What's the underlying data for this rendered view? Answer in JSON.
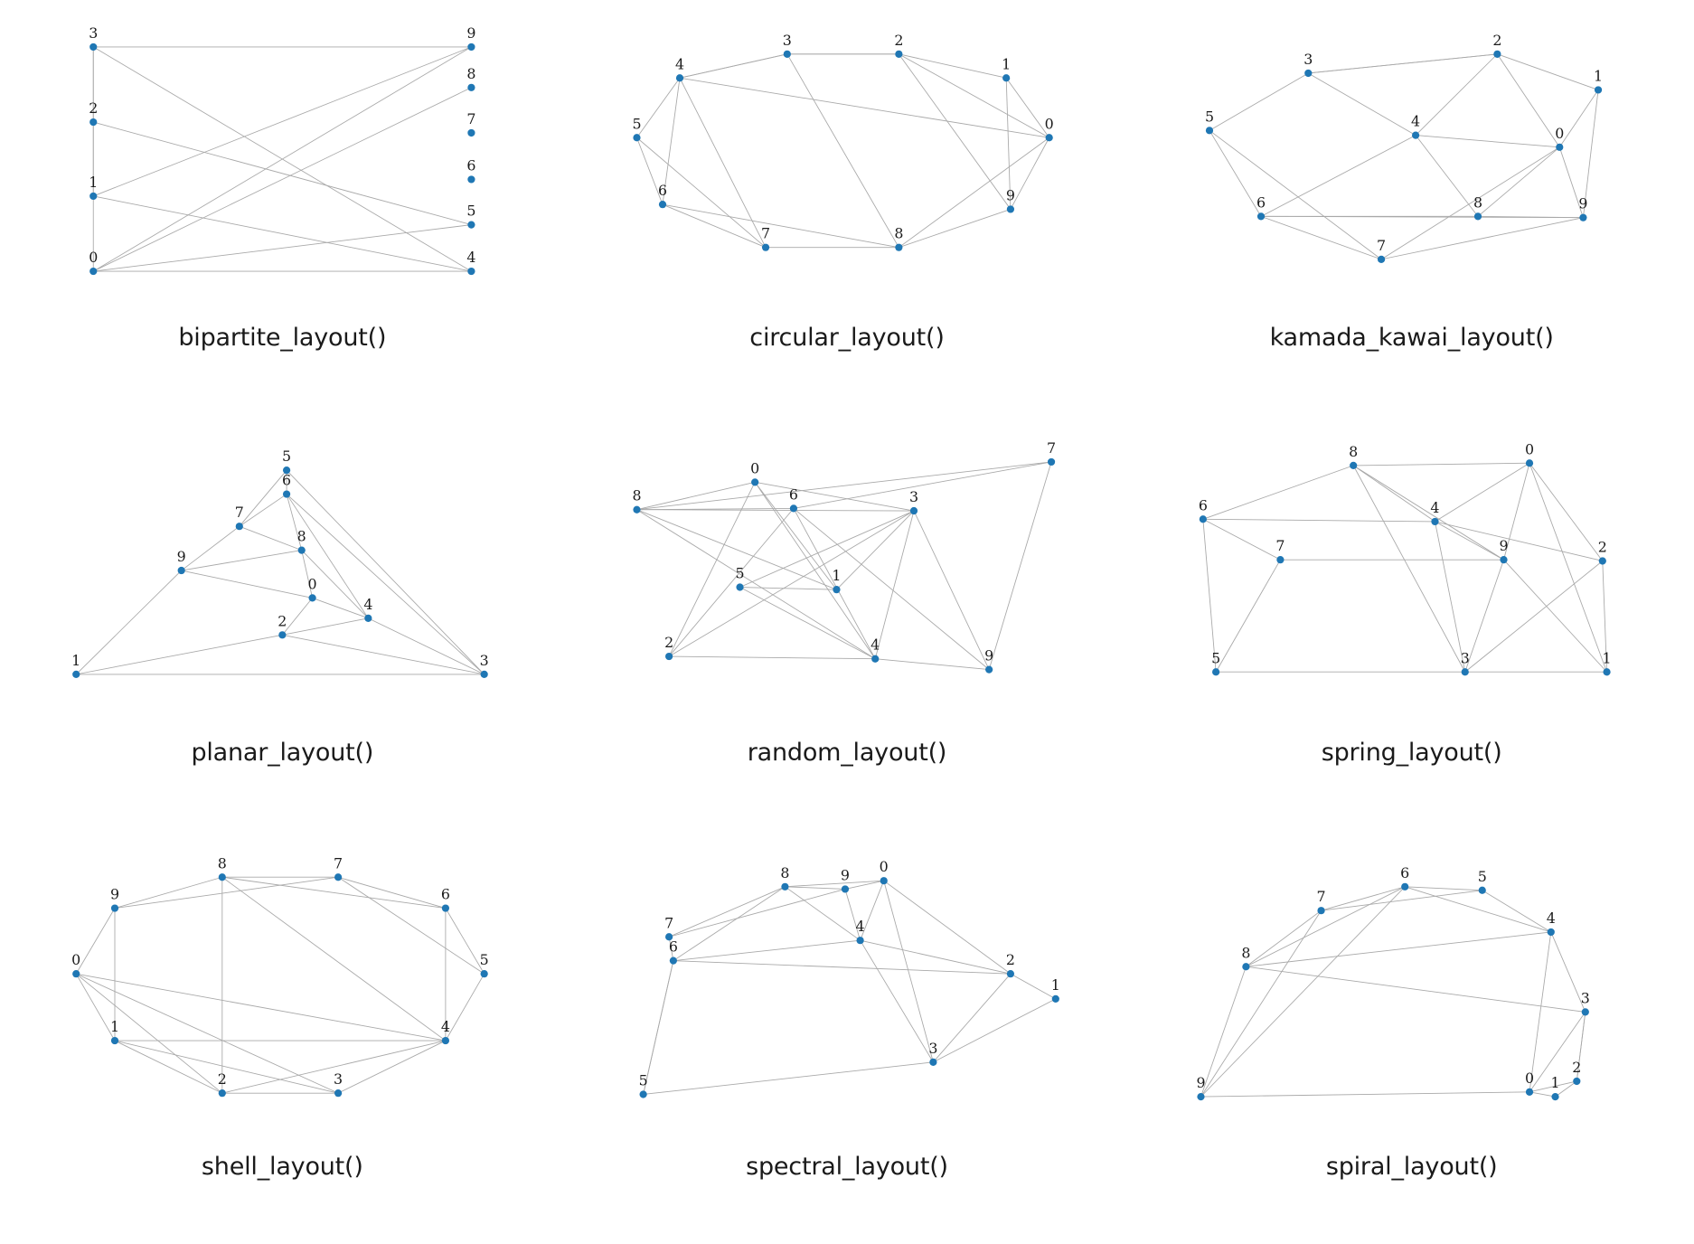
{
  "figure": {
    "title": "",
    "background_color": "#ffffff",
    "node_color": "#1f77b4",
    "edge_color": "#a9a9a9",
    "label_color": "#1a1a1a",
    "rows": 3,
    "cols": 3,
    "node_count": 10,
    "node_labels": [
      "0",
      "1",
      "2",
      "3",
      "4",
      "5",
      "6",
      "7",
      "8",
      "9"
    ]
  },
  "chart_data": {
    "type": "graph-layouts",
    "title": "",
    "description": "Nine NetworkX layout algorithms applied to the same 10-node graph",
    "node_ids": [
      0,
      1,
      2,
      3,
      4,
      5,
      6,
      7,
      8,
      9
    ],
    "panels": [
      {
        "caption": "bipartite_layout()",
        "node_positions": {
          "0": [
            0.06,
            0.97
          ],
          "1": [
            0.06,
            0.655
          ],
          "2": [
            0.06,
            0.345
          ],
          "3": [
            0.06,
            0.03
          ],
          "4": [
            0.94,
            0.97
          ],
          "5": [
            0.94,
            0.775
          ],
          "6": [
            0.94,
            0.585
          ],
          "7": [
            0.94,
            0.39
          ],
          "8": [
            0.94,
            0.2
          ],
          "9": [
            0.94,
            0.03
          ]
        },
        "edges": [
          [
            "0",
            "3"
          ],
          [
            "0",
            "4"
          ],
          [
            "0",
            "9"
          ],
          [
            "0",
            "8"
          ],
          [
            "1",
            "2"
          ],
          [
            "1",
            "4"
          ],
          [
            "2",
            "3"
          ],
          [
            "2",
            "5"
          ],
          [
            "3",
            "4"
          ],
          [
            "3",
            "9"
          ],
          [
            "0",
            "5"
          ],
          [
            "1",
            "9"
          ]
        ]
      },
      {
        "caption": "circular_layout()",
        "node_positions": {
          "0": [
            0.97,
            0.41
          ],
          "1": [
            0.87,
            0.16
          ],
          "2": [
            0.62,
            0.06
          ],
          "3": [
            0.36,
            0.06
          ],
          "4": [
            0.11,
            0.16
          ],
          "5": [
            0.01,
            0.41
          ],
          "6": [
            0.07,
            0.69
          ],
          "7": [
            0.31,
            0.87
          ],
          "8": [
            0.62,
            0.87
          ],
          "9": [
            0.88,
            0.71
          ]
        },
        "edges": [
          [
            "0",
            "1"
          ],
          [
            "0",
            "9"
          ],
          [
            "0",
            "2"
          ],
          [
            "0",
            "4"
          ],
          [
            "0",
            "8"
          ],
          [
            "1",
            "2"
          ],
          [
            "1",
            "9"
          ],
          [
            "2",
            "3"
          ],
          [
            "2",
            "9"
          ],
          [
            "3",
            "4"
          ],
          [
            "3",
            "2"
          ],
          [
            "3",
            "8"
          ],
          [
            "4",
            "5"
          ],
          [
            "4",
            "6"
          ],
          [
            "4",
            "7"
          ],
          [
            "4",
            "3"
          ],
          [
            "5",
            "6"
          ],
          [
            "5",
            "7"
          ],
          [
            "6",
            "7"
          ],
          [
            "6",
            "8"
          ],
          [
            "7",
            "8"
          ],
          [
            "8",
            "9"
          ]
        ]
      },
      {
        "caption": "kamada_kawai_layout()",
        "node_positions": {
          "0": [
            0.845,
            0.45
          ],
          "1": [
            0.935,
            0.21
          ],
          "2": [
            0.7,
            0.06
          ],
          "3": [
            0.26,
            0.14
          ],
          "4": [
            0.51,
            0.4
          ],
          "5": [
            0.03,
            0.38
          ],
          "6": [
            0.15,
            0.74
          ],
          "7": [
            0.43,
            0.92
          ],
          "8": [
            0.655,
            0.74
          ],
          "9": [
            0.9,
            0.745
          ]
        },
        "edges": [
          [
            "0",
            "1"
          ],
          [
            "0",
            "2"
          ],
          [
            "0",
            "9"
          ],
          [
            "0",
            "4"
          ],
          [
            "0",
            "8"
          ],
          [
            "0",
            "7"
          ],
          [
            "1",
            "2"
          ],
          [
            "1",
            "9"
          ],
          [
            "2",
            "4"
          ],
          [
            "2",
            "3"
          ],
          [
            "3",
            "4"
          ],
          [
            "3",
            "5"
          ],
          [
            "3",
            "2"
          ],
          [
            "4",
            "8"
          ],
          [
            "4",
            "6"
          ],
          [
            "5",
            "6"
          ],
          [
            "5",
            "7"
          ],
          [
            "6",
            "7"
          ],
          [
            "6",
            "8"
          ],
          [
            "6",
            "9"
          ],
          [
            "7",
            "9"
          ],
          [
            "8",
            "9"
          ]
        ]
      },
      {
        "caption": "planar_layout()",
        "node_positions": {
          "0": [
            0.57,
            0.6
          ],
          "1": [
            0.02,
            0.92
          ],
          "2": [
            0.5,
            0.755
          ],
          "3": [
            0.97,
            0.92
          ],
          "4": [
            0.7,
            0.685
          ],
          "5": [
            0.51,
            0.065
          ],
          "6": [
            0.51,
            0.165
          ],
          "7": [
            0.4,
            0.3
          ],
          "8": [
            0.545,
            0.4
          ],
          "9": [
            0.265,
            0.485
          ]
        },
        "edges": [
          [
            "5",
            "6"
          ],
          [
            "6",
            "7"
          ],
          [
            "6",
            "8"
          ],
          [
            "6",
            "3"
          ],
          [
            "6",
            "4"
          ],
          [
            "7",
            "8"
          ],
          [
            "7",
            "9"
          ],
          [
            "8",
            "9"
          ],
          [
            "8",
            "0"
          ],
          [
            "8",
            "4"
          ],
          [
            "9",
            "0"
          ],
          [
            "9",
            "1"
          ],
          [
            "0",
            "2"
          ],
          [
            "0",
            "4"
          ],
          [
            "2",
            "4"
          ],
          [
            "2",
            "1"
          ],
          [
            "1",
            "3"
          ],
          [
            "3",
            "4"
          ],
          [
            "3",
            "2"
          ],
          [
            "5",
            "7"
          ],
          [
            "5",
            "3"
          ]
        ]
      },
      {
        "caption": "random_layout()",
        "node_positions": {
          "0": [
            0.285,
            0.115
          ],
          "1": [
            0.475,
            0.565
          ],
          "2": [
            0.085,
            0.845
          ],
          "3": [
            0.655,
            0.235
          ],
          "4": [
            0.565,
            0.855
          ],
          "5": [
            0.25,
            0.555
          ],
          "6": [
            0.375,
            0.225
          ],
          "7": [
            0.975,
            0.03
          ],
          "8": [
            0.01,
            0.23
          ],
          "9": [
            0.83,
            0.9
          ]
        },
        "edges": [
          [
            "8",
            "0"
          ],
          [
            "8",
            "6"
          ],
          [
            "8",
            "7"
          ],
          [
            "8",
            "4"
          ],
          [
            "8",
            "1"
          ],
          [
            "8",
            "3"
          ],
          [
            "0",
            "2"
          ],
          [
            "0",
            "4"
          ],
          [
            "0",
            "1"
          ],
          [
            "0",
            "3"
          ],
          [
            "6",
            "2"
          ],
          [
            "6",
            "4"
          ],
          [
            "6",
            "9"
          ],
          [
            "6",
            "7"
          ],
          [
            "5",
            "3"
          ],
          [
            "5",
            "1"
          ],
          [
            "5",
            "4"
          ],
          [
            "2",
            "4"
          ],
          [
            "2",
            "3"
          ],
          [
            "1",
            "3"
          ],
          [
            "3",
            "4"
          ],
          [
            "3",
            "9"
          ],
          [
            "7",
            "9"
          ],
          [
            "4",
            "9"
          ]
        ]
      },
      {
        "caption": "spring_layout()",
        "node_positions": {
          "0": [
            0.775,
            0.035
          ],
          "1": [
            0.955,
            0.91
          ],
          "2": [
            0.945,
            0.445
          ],
          "3": [
            0.625,
            0.91
          ],
          "4": [
            0.555,
            0.28
          ],
          "5": [
            0.045,
            0.91
          ],
          "6": [
            0.015,
            0.27
          ],
          "7": [
            0.195,
            0.44
          ],
          "8": [
            0.365,
            0.045
          ],
          "9": [
            0.715,
            0.44
          ]
        },
        "edges": [
          [
            "8",
            "0"
          ],
          [
            "8",
            "4"
          ],
          [
            "8",
            "6"
          ],
          [
            "8",
            "3"
          ],
          [
            "8",
            "9"
          ],
          [
            "0",
            "4"
          ],
          [
            "0",
            "9"
          ],
          [
            "0",
            "2"
          ],
          [
            "0",
            "1"
          ],
          [
            "6",
            "4"
          ],
          [
            "6",
            "7"
          ],
          [
            "6",
            "5"
          ],
          [
            "7",
            "9"
          ],
          [
            "7",
            "5"
          ],
          [
            "4",
            "9"
          ],
          [
            "4",
            "3"
          ],
          [
            "4",
            "2"
          ],
          [
            "9",
            "3"
          ],
          [
            "2",
            "1"
          ],
          [
            "2",
            "3"
          ],
          [
            "5",
            "3"
          ],
          [
            "3",
            "1"
          ],
          [
            "1",
            "9"
          ]
        ]
      },
      {
        "caption": "shell_layout()",
        "node_positions": {
          "0": [
            0.02,
            0.44
          ],
          "1": [
            0.11,
            0.72
          ],
          "2": [
            0.36,
            0.94
          ],
          "3": [
            0.63,
            0.94
          ],
          "4": [
            0.88,
            0.72
          ],
          "5": [
            0.97,
            0.44
          ],
          "6": [
            0.88,
            0.165
          ],
          "7": [
            0.63,
            0.035
          ],
          "8": [
            0.36,
            0.035
          ],
          "9": [
            0.11,
            0.165
          ]
        },
        "edges": [
          [
            "0",
            "1"
          ],
          [
            "0",
            "9"
          ],
          [
            "0",
            "4"
          ],
          [
            "0",
            "2"
          ],
          [
            "0",
            "3"
          ],
          [
            "1",
            "2"
          ],
          [
            "1",
            "3"
          ],
          [
            "1",
            "4"
          ],
          [
            "2",
            "3"
          ],
          [
            "2",
            "4"
          ],
          [
            "3",
            "4"
          ],
          [
            "4",
            "5"
          ],
          [
            "4",
            "6"
          ],
          [
            "4",
            "8"
          ],
          [
            "5",
            "6"
          ],
          [
            "5",
            "7"
          ],
          [
            "6",
            "7"
          ],
          [
            "6",
            "8"
          ],
          [
            "7",
            "8"
          ],
          [
            "7",
            "9"
          ],
          [
            "8",
            "9"
          ],
          [
            "8",
            "2"
          ],
          [
            "9",
            "1"
          ]
        ]
      },
      {
        "caption": "spectral_layout()",
        "node_positions": {
          "0": [
            0.585,
            0.05
          ],
          "1": [
            0.985,
            0.545
          ],
          "2": [
            0.88,
            0.44
          ],
          "3": [
            0.7,
            0.81
          ],
          "4": [
            0.53,
            0.3
          ],
          "5": [
            0.025,
            0.945
          ],
          "6": [
            0.095,
            0.385
          ],
          "7": [
            0.085,
            0.285
          ],
          "8": [
            0.355,
            0.075
          ],
          "9": [
            0.495,
            0.085
          ]
        },
        "edges": [
          [
            "7",
            "8"
          ],
          [
            "7",
            "9"
          ],
          [
            "7",
            "6"
          ],
          [
            "6",
            "8"
          ],
          [
            "6",
            "4"
          ],
          [
            "6",
            "5"
          ],
          [
            "6",
            "2"
          ],
          [
            "8",
            "9"
          ],
          [
            "8",
            "0"
          ],
          [
            "8",
            "4"
          ],
          [
            "9",
            "0"
          ],
          [
            "9",
            "4"
          ],
          [
            "0",
            "4"
          ],
          [
            "0",
            "2"
          ],
          [
            "0",
            "3"
          ],
          [
            "4",
            "3"
          ],
          [
            "4",
            "2"
          ],
          [
            "2",
            "3"
          ],
          [
            "2",
            "1"
          ],
          [
            "3",
            "1"
          ],
          [
            "3",
            "5"
          ],
          [
            "5",
            "6"
          ]
        ]
      },
      {
        "caption": "spiral_layout()",
        "node_positions": {
          "0": [
            0.775,
            0.935
          ],
          "1": [
            0.835,
            0.955
          ],
          "2": [
            0.885,
            0.89
          ],
          "3": [
            0.905,
            0.6
          ],
          "4": [
            0.825,
            0.265
          ],
          "5": [
            0.665,
            0.09
          ],
          "6": [
            0.485,
            0.075
          ],
          "7": [
            0.29,
            0.175
          ],
          "8": [
            0.115,
            0.41
          ],
          "9": [
            0.01,
            0.955
          ]
        },
        "edges": [
          [
            "9",
            "0"
          ],
          [
            "9",
            "8"
          ],
          [
            "9",
            "7"
          ],
          [
            "9",
            "6"
          ],
          [
            "8",
            "7"
          ],
          [
            "8",
            "6"
          ],
          [
            "8",
            "4"
          ],
          [
            "8",
            "3"
          ],
          [
            "7",
            "6"
          ],
          [
            "7",
            "5"
          ],
          [
            "6",
            "5"
          ],
          [
            "6",
            "4"
          ],
          [
            "5",
            "4"
          ],
          [
            "4",
            "3"
          ],
          [
            "4",
            "0"
          ],
          [
            "3",
            "2"
          ],
          [
            "2",
            "1"
          ],
          [
            "1",
            "0"
          ],
          [
            "0",
            "2"
          ],
          [
            "2",
            "3"
          ],
          [
            "0",
            "3"
          ]
        ]
      }
    ]
  }
}
